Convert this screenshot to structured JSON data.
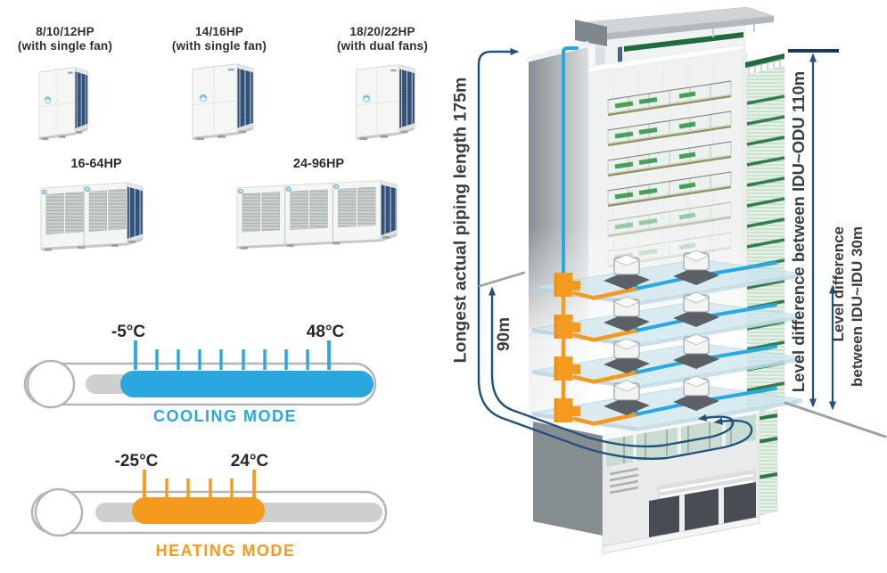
{
  "products": {
    "top_row": [
      {
        "label": "8/10/12HP",
        "sublabel": "(with single fan)"
      },
      {
        "label": "14/16HP",
        "sublabel": "(with single fan)"
      },
      {
        "label": "18/20/22HP",
        "sublabel": "(with dual fans)"
      }
    ],
    "bottom_row": [
      {
        "label": "16-64HP"
      },
      {
        "label": "24-96HP"
      }
    ]
  },
  "operating_range": {
    "cooling": {
      "min": "-5°C",
      "max": "48°C",
      "mode": "COOLING MODE",
      "color": "#2aa7de",
      "tick_count": 10
    },
    "heating": {
      "min": "-25°C",
      "max": "24°C",
      "mode": "HEATING MODE",
      "color": "#f49a1e",
      "tick_count": 6
    }
  },
  "piping_diagram": {
    "longest_piping_label": "Longest actual piping length 175m",
    "riser_label": "90m",
    "idu_odu_label": "Level difference between IDU~ODU 110m",
    "idu_idu_label_line1": "Level difference",
    "idu_idu_label_line2": "between IDU~IDU 30m",
    "colors": {
      "indoor_pipe": "#29a9e1",
      "branch_pipe": "#f49a1e",
      "dimension_line": "#20517f",
      "dimension_text": "#3a3d40"
    }
  }
}
